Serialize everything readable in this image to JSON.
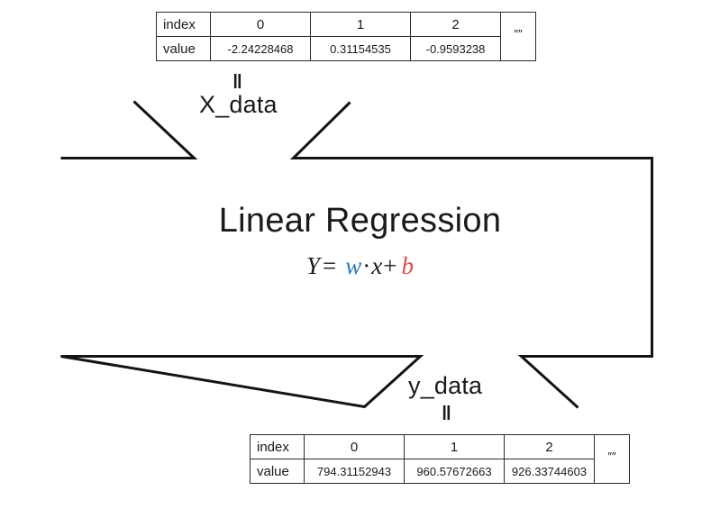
{
  "diagram": {
    "title": "Linear Regression",
    "equation": {
      "lhs": "Y",
      "equals": "=",
      "weight": "w",
      "dot": "·",
      "x": "x",
      "plus": "+",
      "bias": "b",
      "weight_color": "#2E79B5",
      "bias_color": "#DE4B45"
    },
    "input_label": "X_data",
    "output_label": "y_data",
    "equals_symbol": "‖"
  },
  "input_table": {
    "columns": [
      "",
      "0",
      "1",
      "2",
      "″″"
    ],
    "rows": [
      {
        "header": "index",
        "cells": [
          "0",
          "1",
          "2"
        ]
      },
      {
        "header": "value",
        "cells": [
          "-2.24228468",
          "0.31154535",
          "-0.9593238"
        ]
      }
    ],
    "ellipsis": "″″"
  },
  "output_table": {
    "columns": [
      "",
      "0",
      "1",
      "2",
      "″″"
    ],
    "rows": [
      {
        "header": "index",
        "cells": [
          "0",
          "1",
          "2"
        ]
      },
      {
        "header": "value",
        "cells": [
          "794.31152943",
          "960.57672663",
          "926.33744603"
        ]
      }
    ],
    "ellipsis": "″″"
  }
}
